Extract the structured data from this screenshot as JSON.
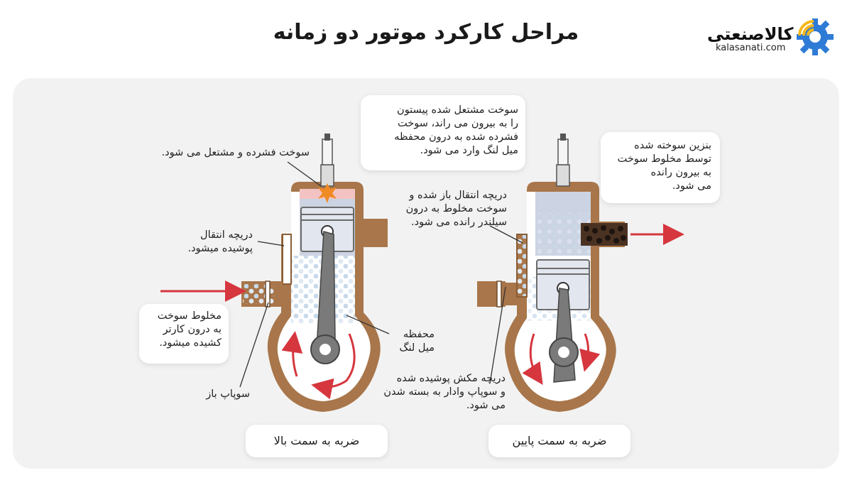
{
  "title": "مراحل کارکرد موتور دو زمانه",
  "logo": {
    "name": "کالاصنعتی",
    "url": "kalasanati.com"
  },
  "labels": {
    "compressed_ignited": "سوخت فشرده و مشتعل می شود.",
    "ignited_fuel": "سوخت مشتعل شده پیستون\nرا به بیرون می راند، سوخت\nفشرده شده به درون محفظه\nمیل لنگ وارد می شود.",
    "burnt_gas": "بنزین سوخته شده\nتوسط مخلوط سوخت\nبه بیرون رانده\nمی شود.",
    "transfer_open": "دریچه انتقال باز شده و\nسوخت مخلوط به درون\nسیلندر رانده می شود.",
    "transfer_closed": "دریچه انتقال\nپوشیده میشود.",
    "fuel_mixture": "مخلوط سوخت\nبه درون کارتر\nکشیده میشود.",
    "crankcase": "محفظه\nمیل لنگ",
    "intake_closed": "دریچه مکش پوشیده شده\nو سوپاپ وادار به بسته شدن\nمی شود.",
    "valve_open": "سوپاپ باز"
  },
  "buttons": {
    "upstroke": "ضربه به سمت بالا",
    "downstroke": "ضربه به سمت پایین"
  },
  "colors": {
    "casing": "#a8764a",
    "cylinder": "#ccd3e2",
    "arrow": "#d6363e",
    "panel": "#f2f2f2",
    "accent": "#f5b71a",
    "gear": "#2e7bd6"
  }
}
